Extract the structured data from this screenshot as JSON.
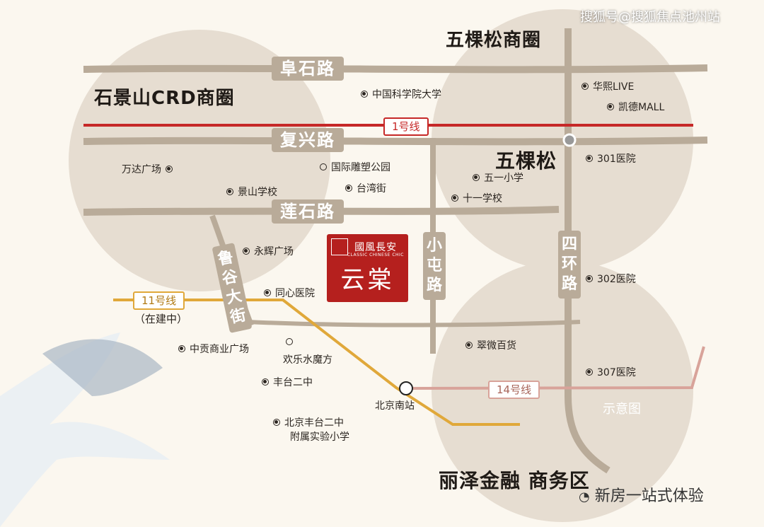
{
  "watermark": "搜狐号@搜狐焦点池州站",
  "districts": {
    "shijingshan": "石景山CRD商圈",
    "wukesong_circle": "五棵松商圈",
    "wukesong": "五棵松",
    "lize": "丽泽金融  商务区"
  },
  "roads": {
    "fushi": "阜石路",
    "fuxing": "复兴路",
    "lianshi": "莲石路",
    "xiaotun": "小屯路",
    "sihuan": "四环路",
    "lugu": "鲁谷大街"
  },
  "metro": {
    "line1": "1号线",
    "line11": "11号线",
    "line11_status": "（在建中）",
    "line14": "14号线",
    "station_beijingnan": "北京南站"
  },
  "pois": {
    "cas_univ": "中国科学院大学",
    "wanda": "万达广场",
    "sculpture_park": "国际雕塑公园",
    "jingshan_school": "景山学校",
    "taiwan_street": "台湾街",
    "wuyi_school": "五一小学",
    "shiyi_school": "十一学校",
    "huaxi": "华熙LIVE",
    "kaide": "凯德MALL",
    "h301": "301医院",
    "yonghui": "永辉广场",
    "tongxin": "同心医院",
    "h302": "302医院",
    "zhonggong": "中贡商业广场",
    "huanle": "欢乐水魔方",
    "cuiwei": "翠微百货",
    "fengtai2": "丰台二中",
    "h307": "307医院",
    "fengtai2_attached_1": "北京丰台二中",
    "fengtai2_attached_2": "附属实验小学"
  },
  "brand": {
    "top": "國風長安",
    "sub": "CLASSIC CHINESE CHIC",
    "name": "云棠"
  },
  "caption": "示意图",
  "footer": "新房一站式体验",
  "colors": {
    "road": "#b9ab99",
    "line1": "#c62828",
    "line11": "#e0a83a",
    "line14": "#d8a39a",
    "circle": "#e6ddd1",
    "brand": "#b5201e"
  }
}
